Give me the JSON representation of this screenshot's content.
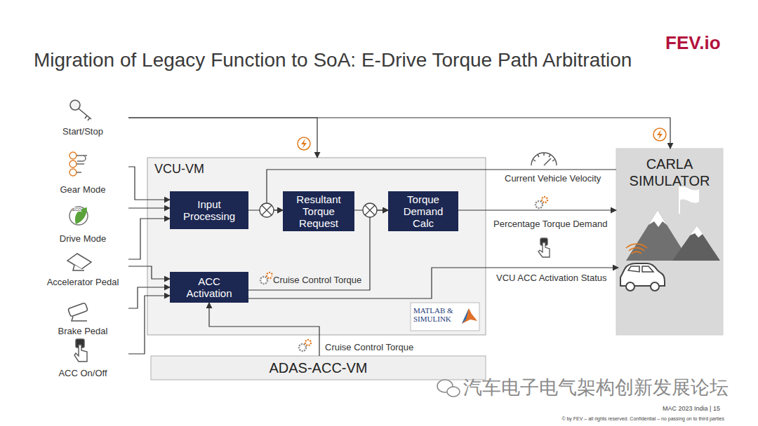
{
  "diagram": {
    "title": "Migration of Legacy Function to SoA: E-Drive Torque Path Arbitration",
    "nodes": [
      {
        "text": [
          "Start/Stop"
        ]
      },
      {
        "text": [
          "Gear Mode"
        ]
      },
      {
        "text": [
          "Drive Mode"
        ]
      },
      {
        "text": [
          "Accelerator Pedal"
        ]
      },
      {
        "text": [
          "Brake Pedal"
        ]
      },
      {
        "text": [
          "ACC On/Off"
        ]
      },
      {
        "text": [
          "VCU-VM"
        ]
      },
      {
        "text": [
          "Input Processing"
        ],
        "in": 6
      },
      {
        "text": [
          "Resultant Torque Request"
        ],
        "in": 6
      },
      {
        "text": [
          "Torque Demand Calc"
        ],
        "in": 6
      },
      {
        "text": [
          "ACC Activation"
        ],
        "in": 6
      },
      {
        "text": [
          "ADAS-ACC-VM"
        ]
      },
      {
        "text": [
          "CARLA SIMULATOR"
        ]
      }
    ],
    "edges": [
      {
        "from": 0,
        "to": 6,
        "arrow": "to"
      },
      {
        "from": 0,
        "to": 12,
        "arrow": "to"
      },
      {
        "from": 1,
        "to": 7,
        "arrow": "to"
      },
      {
        "from": 2,
        "to": 7,
        "arrow": "to"
      },
      {
        "from": 3,
        "to": 7,
        "arrow": "to"
      },
      {
        "from": 3,
        "to": 10,
        "arrow": "to"
      },
      {
        "from": 4,
        "to": 10,
        "arrow": "to"
      },
      {
        "from": 5,
        "to": 10,
        "arrow": "to"
      },
      {
        "from": 7,
        "to": 8,
        "arrow": "to"
      },
      {
        "from": 12,
        "to": 8,
        "label": "Current Vehicle Velocity",
        "arrow": "to"
      },
      {
        "from": 8,
        "to": 9,
        "arrow": "to"
      },
      {
        "from": 10,
        "to": 9,
        "label": "Cruise Control Torque",
        "arrow": "to"
      },
      {
        "from": 9,
        "to": 12,
        "label": "Percentage Torque Demand",
        "arrow": "to"
      },
      {
        "from": 10,
        "to": 12,
        "label": "VCU ACC Activation Status",
        "arrow": "to"
      },
      {
        "from": 11,
        "to": 10,
        "label": "Cruise Control Torque",
        "arrow": "to"
      }
    ],
    "labels": [
      "FEV.io",
      "MATLAB & SIMULINK",
      "ECO",
      "汽车电子电气架构创新发展论坛",
      "MAC 2023 India | 15",
      "© by FEV – all rights reserved. Confidential – no passing on to third parties"
    ]
  }
}
